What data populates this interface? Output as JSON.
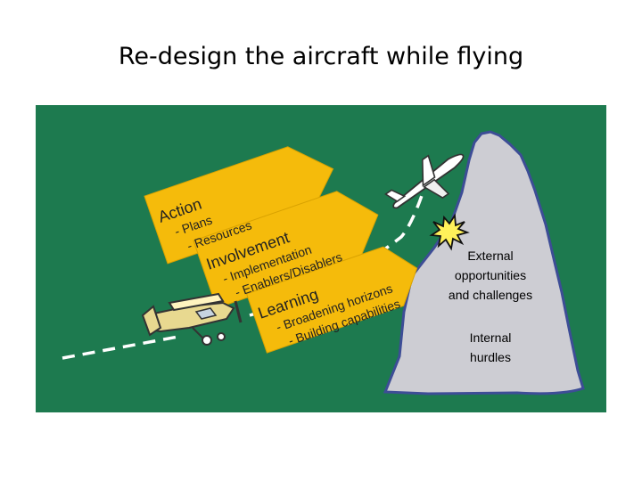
{
  "slide": {
    "title": "Re-design the aircraft while flying"
  },
  "colors": {
    "background": "#1d7a4f",
    "arrow_fill": "#f5bb0b",
    "mountain": "#cdcdd3",
    "mountain_edge": "#3d4d96",
    "flight_path": "#ffffff"
  },
  "arrows": [
    {
      "heading": "Action",
      "items": [
        "- Plans",
        "- Resources"
      ]
    },
    {
      "heading": "Involvement",
      "items": [
        "- Implementation",
        "- Enablers/Disablers"
      ]
    },
    {
      "heading": "Learning",
      "items": [
        "- Broadening horizons",
        "- Building capabilities"
      ]
    }
  ],
  "mountain_labels": {
    "external": [
      "External",
      "opportunities",
      "and challenges"
    ],
    "internal": [
      "Internal",
      "hurdles"
    ]
  },
  "icons": [
    "small-propeller-plane-icon",
    "jet-plane-icon",
    "explosion-starburst-icon"
  ]
}
